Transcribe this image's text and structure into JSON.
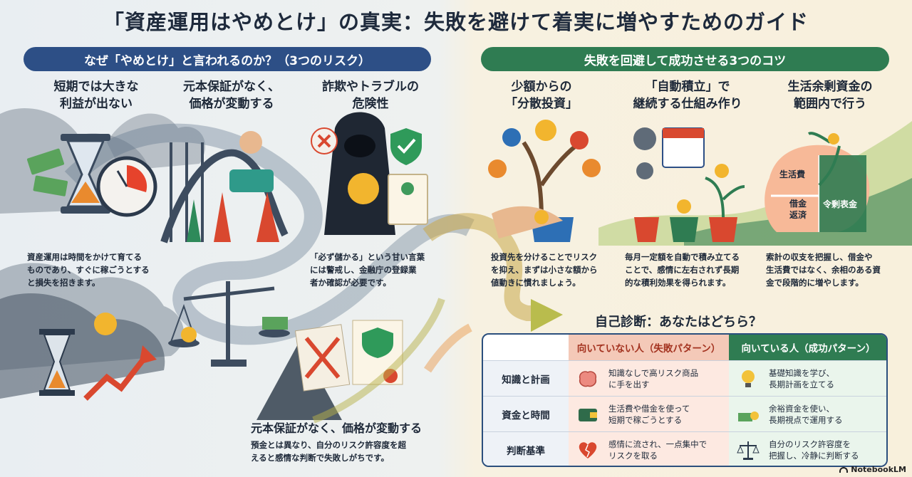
{
  "title": "「資産運用はやめとけ」の真実：失敗を避けて着実に増やすためのガイド",
  "left_section": {
    "heading": "なぜ「やめとけ」と言われるのか？（3つのリスク）",
    "risks": [
      {
        "title_l1": "短期では大きな",
        "title_l2": "利益が出ない",
        "text_l1": "資産運用は時間をかけて育てる",
        "text_l2": "ものであり、すぐに稼ごうとする",
        "text_l3": "と損失を招きます。"
      },
      {
        "title_l1": "元本保証がなく、",
        "title_l2": "価格が変動する"
      },
      {
        "title_l1": "詐欺やトラブルの",
        "title_l2": "危険性",
        "text_l1": "「必ず儲かる」という甘い言葉",
        "text_l2": "には警戒し、金融庁の登録業",
        "text_l3": "者か確認が必要です。"
      }
    ],
    "bottom": {
      "title": "元本保証がなく、価格が変動する",
      "text_l1": "預金とは異なり、自分のリスク許容度を超",
      "text_l2": "えると感情な判断で失敗しがちです。"
    }
  },
  "right_section": {
    "heading": "失敗を回避して成功させる3つのコツ",
    "tips": [
      {
        "title_l1": "少額からの",
        "title_l2": "「分散投資」",
        "text_l1": "投資先を分けることでリスク",
        "text_l2": "を抑え、まずは小さな額から",
        "text_l3": "値動きに慣れましょう。"
      },
      {
        "title_l1": "「自動積立」で",
        "title_l2": "継続する仕組み作り",
        "text_l1": "毎月一定額を自動で積み立てる",
        "text_l2": "ことで、感情に左右されず長期",
        "text_l3": "的な積利効果を得られます。"
      },
      {
        "title_l1": "生活余剰資金の",
        "title_l2": "範囲内で行う",
        "text_l1": "索計の収支を把握し、借金や",
        "text_l2": "生活費ではなく、余相のある資",
        "text_l3": "金で段階的に増やします。"
      }
    ],
    "piggy": {
      "living": "生活費",
      "debt_l1": "借金",
      "debt_l2": "返済",
      "surplus": "令剰表金"
    }
  },
  "diagnosis": {
    "title": "自己診断：あなたはどちら？",
    "header_bad": "向いていない人（失敗パターン）",
    "header_good": "向いている人（成功パターン）",
    "rows": [
      {
        "label": "知識と計画",
        "bad_l1": "知識なしで高リスク商品",
        "bad_l2": "に手を出す",
        "good_l1": "基礎知識を学び、",
        "good_l2": "長期計画を立てる"
      },
      {
        "label": "資金と時間",
        "bad_l1": "生活費や借金を使って",
        "bad_l2": "短期で稼ごうとする",
        "good_l1": "余裕資金を使い、",
        "good_l2": "長期視点で運用する"
      },
      {
        "label": "判断基準",
        "bad_l1": "感情に流され、一点集中で",
        "bad_l2": "リスクを取る",
        "good_l1": "自分のリスク許容度を",
        "good_l2": "把握し、冷静に判断する"
      }
    ]
  },
  "brand": "NotebookLM",
  "colors": {
    "navy": "#2d4f86",
    "green": "#2f7c52",
    "orange": "#e9772e",
    "red": "#d9482f"
  }
}
